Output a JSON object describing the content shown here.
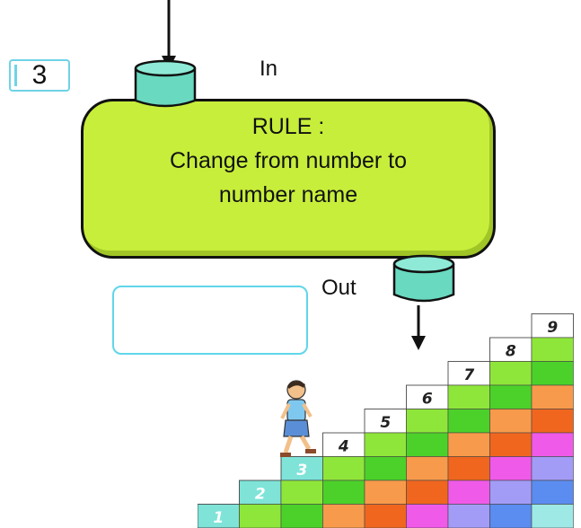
{
  "input_value": "3",
  "in_label": "In",
  "out_label": "Out",
  "rule": {
    "title": "RULE :",
    "line1": "Change from number to",
    "line2": "number name"
  },
  "output_value": "",
  "stairs": {
    "step_labels": [
      "1",
      "2",
      "3",
      "4",
      "5",
      "6",
      "7",
      "8",
      "9"
    ],
    "colors": [
      "#8fe63a",
      "#4cd12a",
      "#f89a4b",
      "#f0661f",
      "#f05ae8",
      "#a39cf6",
      "#5b8cf0",
      "#9ee8e6"
    ]
  }
}
